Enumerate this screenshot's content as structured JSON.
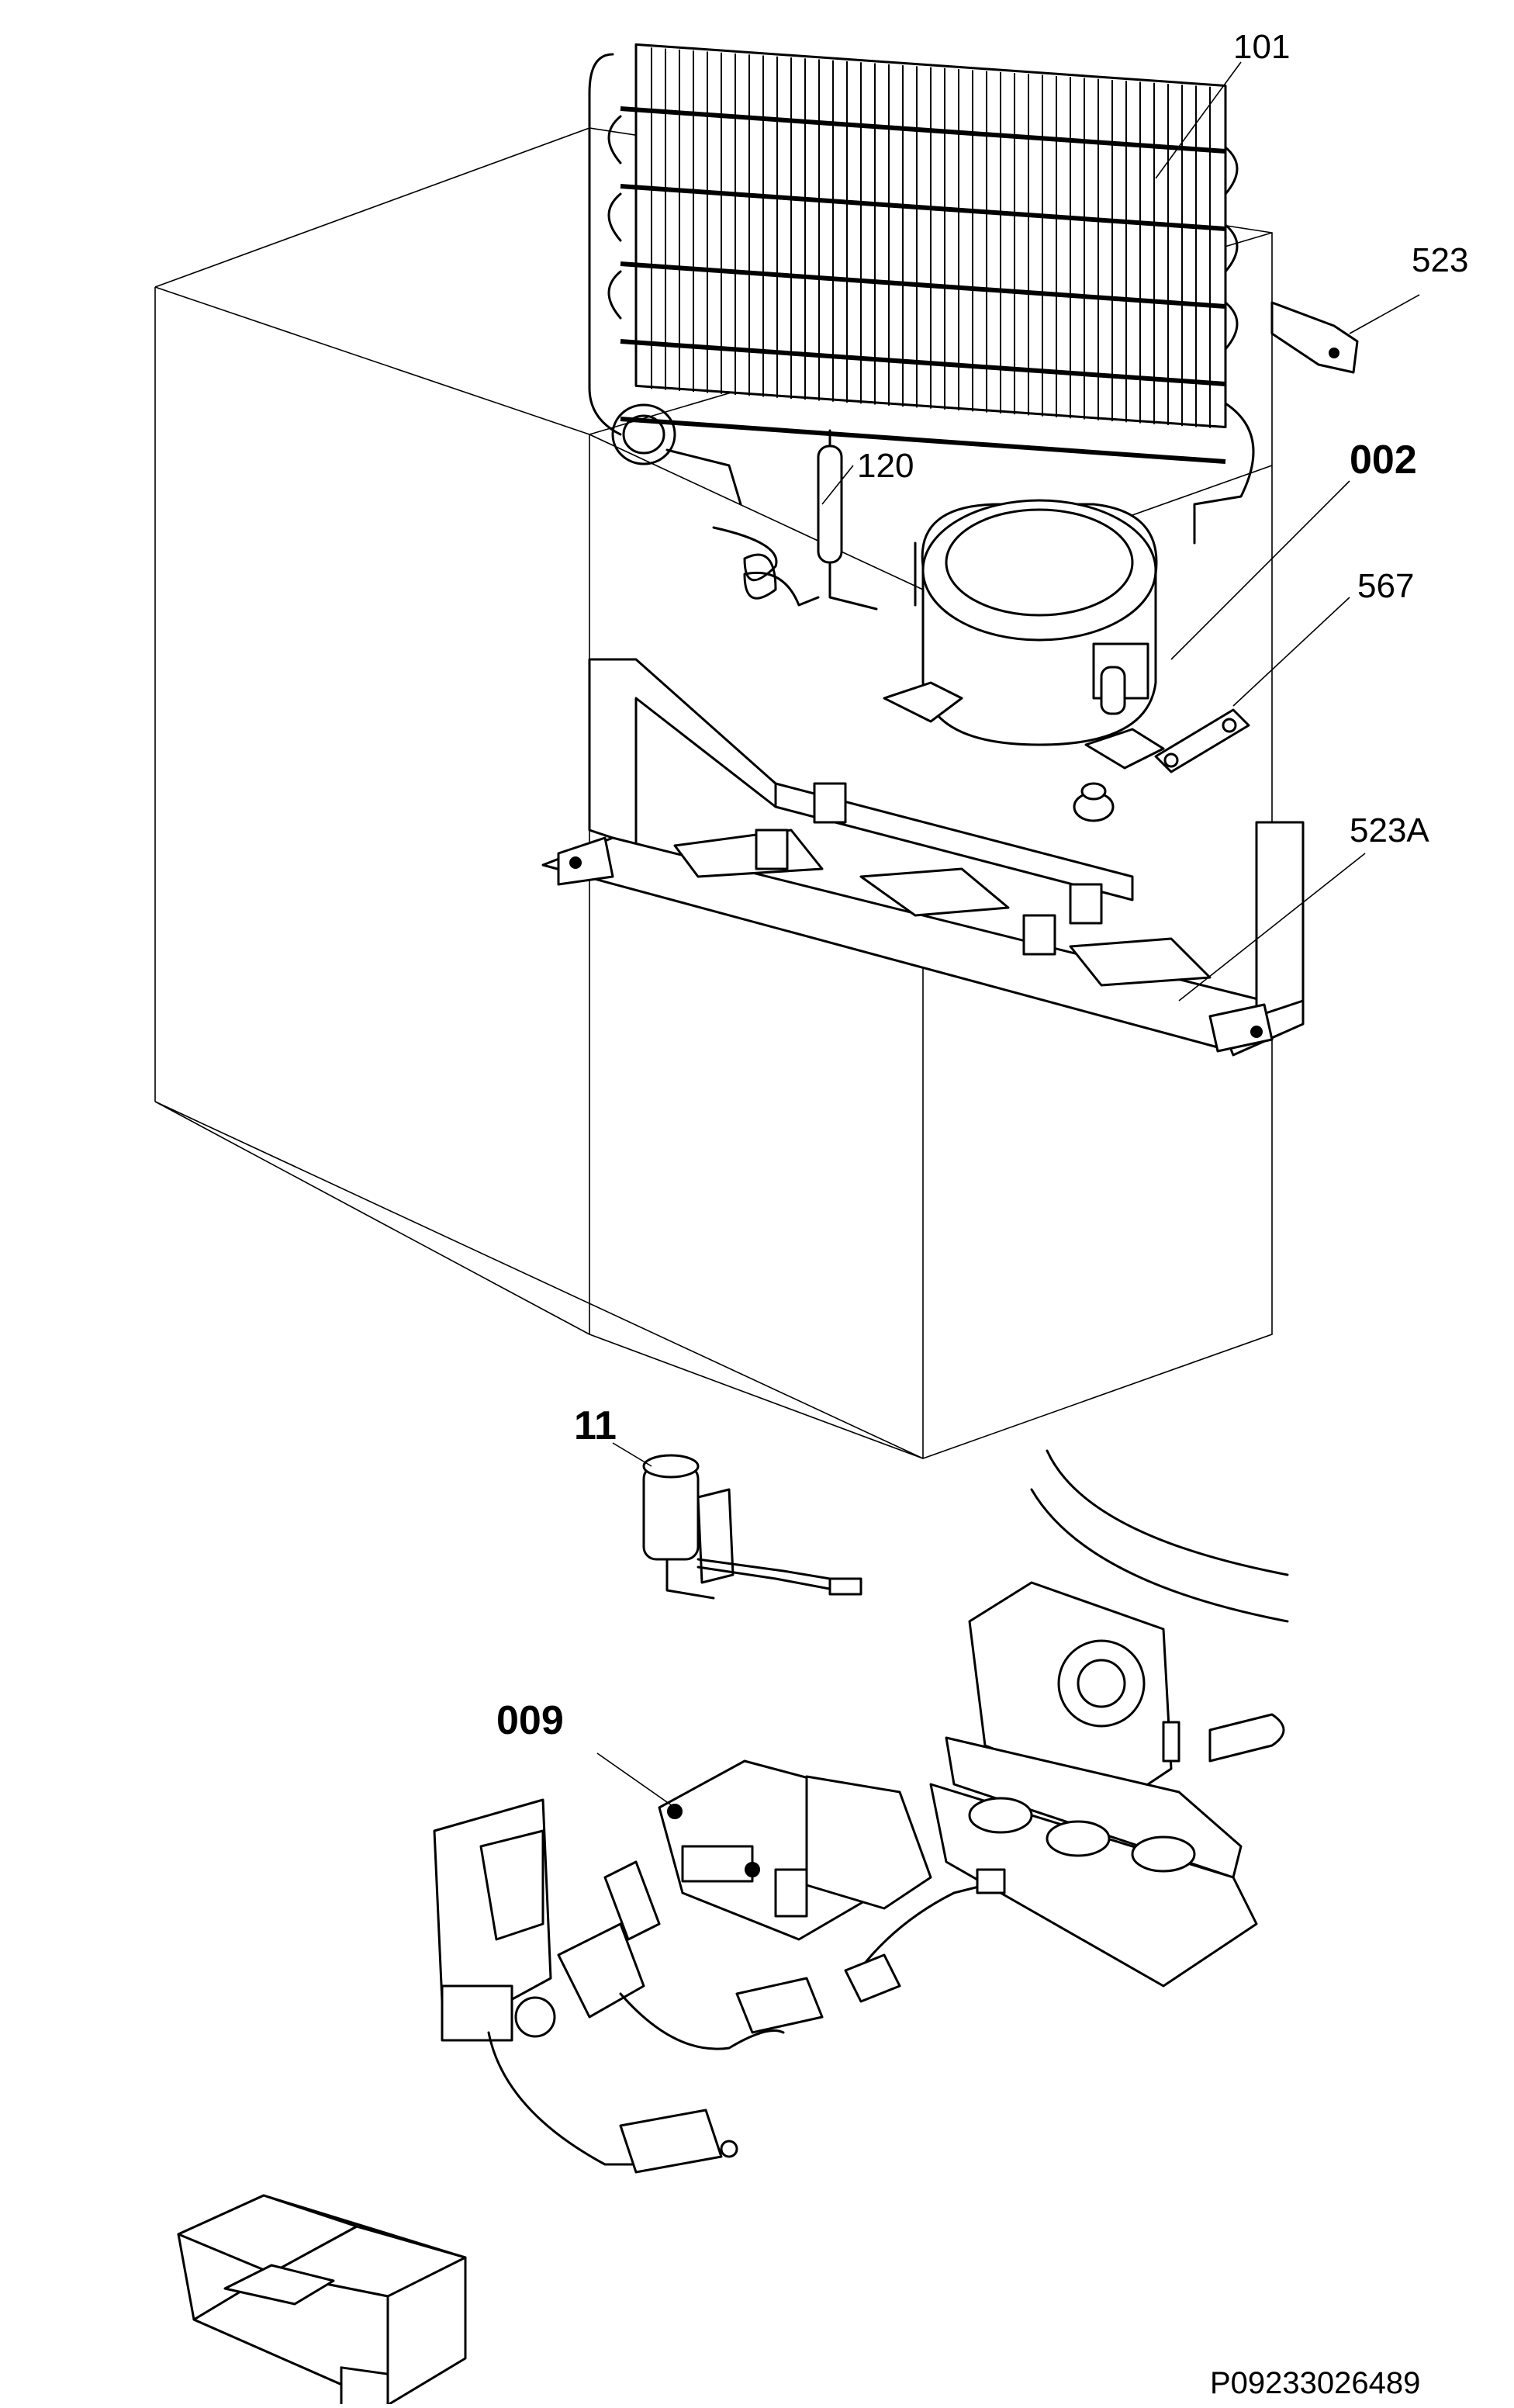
{
  "labels": {
    "p101": "101",
    "p523": "523",
    "p002": "002",
    "p120": "120",
    "p567": "567",
    "p523a": "523A",
    "p11": "11",
    "p009": "009"
  },
  "drawing_code": "P09233026489",
  "colors": {
    "ink": "#000000",
    "paper": "#ffffff"
  }
}
